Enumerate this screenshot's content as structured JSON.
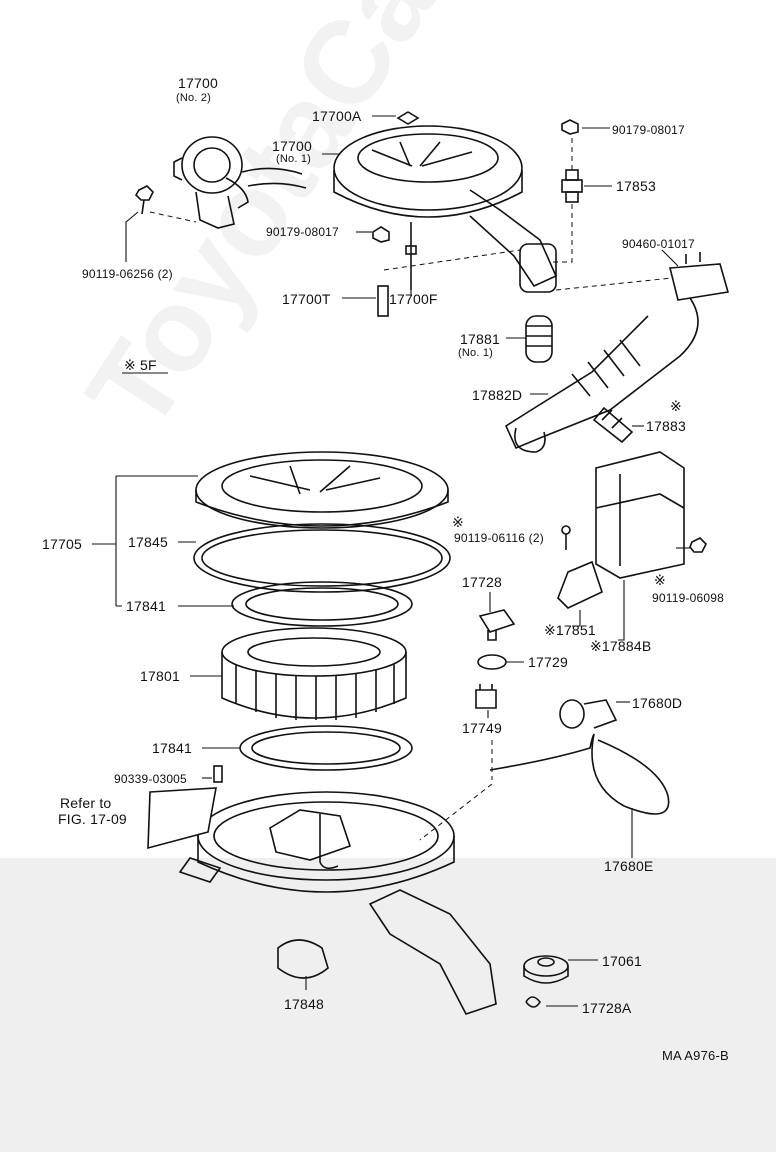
{
  "watermark": "ToyotaCarMine.ru",
  "reference_code": "MA A976-B",
  "section_note": "※ 5F",
  "refer_note": {
    "line1": "Refer to",
    "line2": "FIG. 17-09"
  },
  "labels": {
    "p17700_no2": "17700",
    "p17700_no2_sub": "(No. 2)",
    "p17700a": "17700A",
    "p17700_no1": "17700",
    "p17700_no1_sub": "(No. 1)",
    "p90179_top": "90179-08017",
    "p17853": "17853",
    "p90179_mid": "90179-08017",
    "p90119_06256": "90119-06256 (2)",
    "p90460": "90460-01017",
    "p17700t": "17700T",
    "p17700f": "17700F",
    "p17881": "17881",
    "p17881_sub": "(No. 1)",
    "p17882d": "17882D",
    "p17883": "17883",
    "p17883_mark": "※",
    "p17705": "17705",
    "p17845": "17845",
    "p90119_06116": "90119-06116 (2)",
    "p90119_06116_mark": "※",
    "p17728": "17728",
    "p17841_top": "17841",
    "p90119_06098": "90119-06098",
    "p90119_06098_mark": "※",
    "p17851": "※17851",
    "p17884b": "※17884B",
    "p17729": "17729",
    "p17801": "17801",
    "p17680d": "17680D",
    "p17749": "17749",
    "p17841_bot": "17841",
    "p90339": "90339-03005",
    "p17680e": "17680E",
    "p17061": "17061",
    "p17848": "17848",
    "p17728a": "17728A"
  }
}
